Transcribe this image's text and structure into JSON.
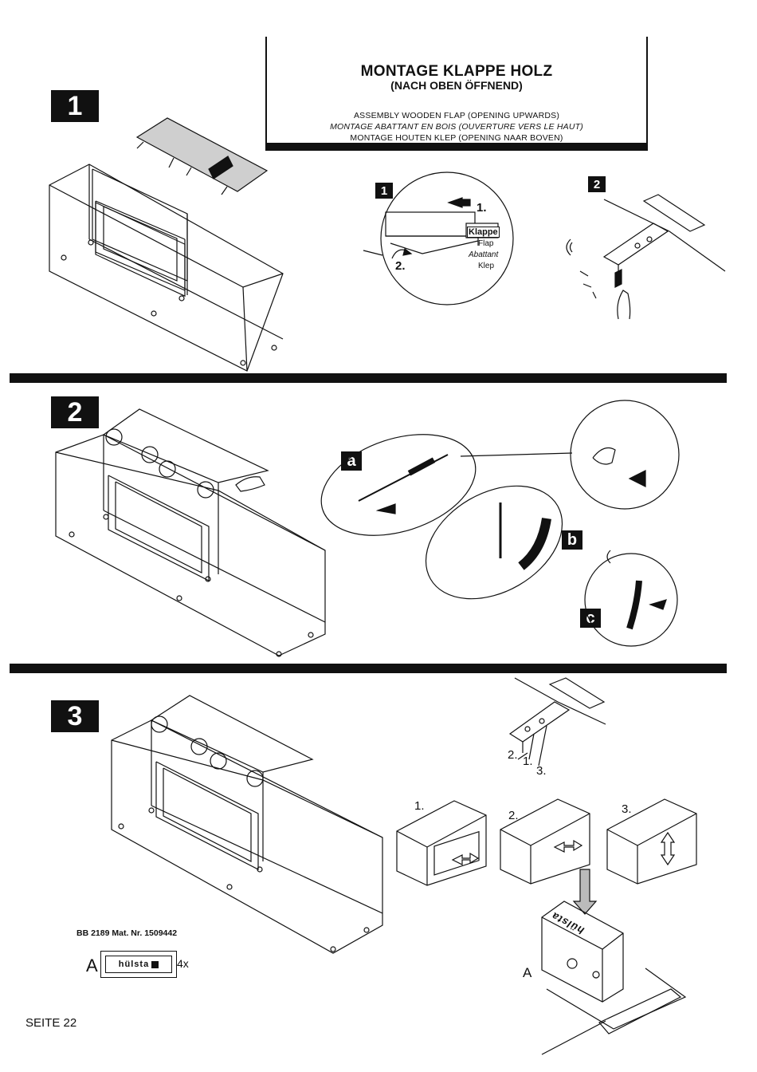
{
  "header": {
    "title": "MONTAGE KLAPPE HOLZ",
    "subtitle": "(NACH OBEN ÖFFNEND)",
    "lines": [
      "ASSEMBLY WOODEN FLAP (OPENING UPWARDS)",
      "MONTAGE ABATTANT EN BOIS (OUVERTURE VERS LE HAUT)",
      "MONTAGE HOUTEN KLEP (OPENING NAAR BOVEN)"
    ]
  },
  "steps": {
    "s1": "1",
    "s2": "2",
    "s3": "3",
    "d1": "1",
    "d2": "2",
    "a": "a",
    "b": "b",
    "c": "c"
  },
  "detail1": {
    "step1": "1.",
    "step2": "2.",
    "flap_de": "Klappe",
    "flap_en": "Flap",
    "flap_fr": "Abattant",
    "flap_nl": "Klep"
  },
  "section3": {
    "hinge_labels": [
      "2.",
      "1.",
      "3."
    ],
    "drawer_labels": [
      "1.",
      "2.",
      "3."
    ],
    "part_letter": "A",
    "stamp": "hülsta"
  },
  "footer": {
    "material": "BB 2189 Mat. Nr. 1509442",
    "part_letter": "A",
    "brand": "hülsta",
    "qty": "4x",
    "page": "SEITE 22"
  }
}
